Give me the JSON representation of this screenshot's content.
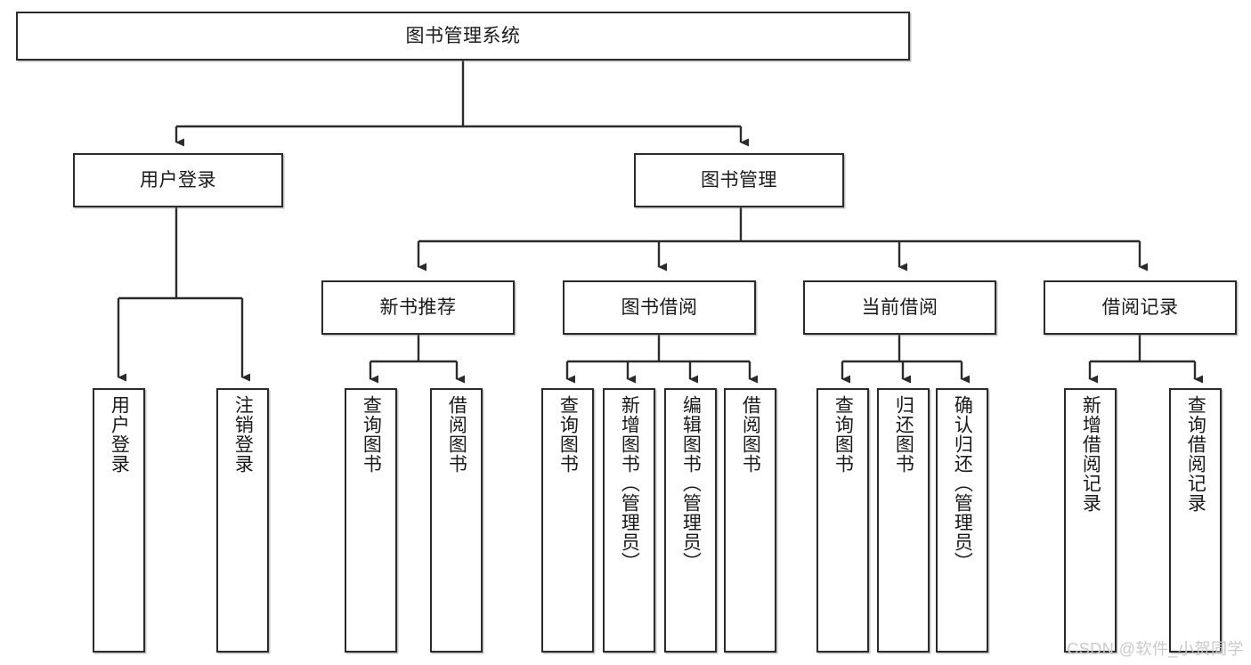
{
  "diagram": {
    "title": "图书管理系统",
    "watermark": "CSDN @软件_小贺同学",
    "colors": {
      "box_border": "#2b2b2b",
      "box_fill": "#ffffff",
      "connector": "#2b2b2b",
      "text": "#1a1a1a",
      "watermark": "#c9c9c9"
    },
    "nodes": {
      "root": "图书管理系统",
      "level2": [
        "用户登录",
        "图书管理"
      ],
      "level3": [
        "新书推荐",
        "图书借阅",
        "当前借阅",
        "借阅记录"
      ],
      "leaves": {
        "user_login": [
          "用户登录",
          "注销登录"
        ],
        "new_book": [
          "查询图书",
          "借阅图书"
        ],
        "borrow_book": [
          "查询图书",
          "新增图书（管理员）",
          "编辑图书（管理员）",
          "借阅图书"
        ],
        "current_borrow": [
          "查询图书",
          "归还图书",
          "确认归还（管理员）"
        ],
        "borrow_record": [
          "新增借阅记录",
          "查询借阅记录"
        ]
      }
    }
  }
}
